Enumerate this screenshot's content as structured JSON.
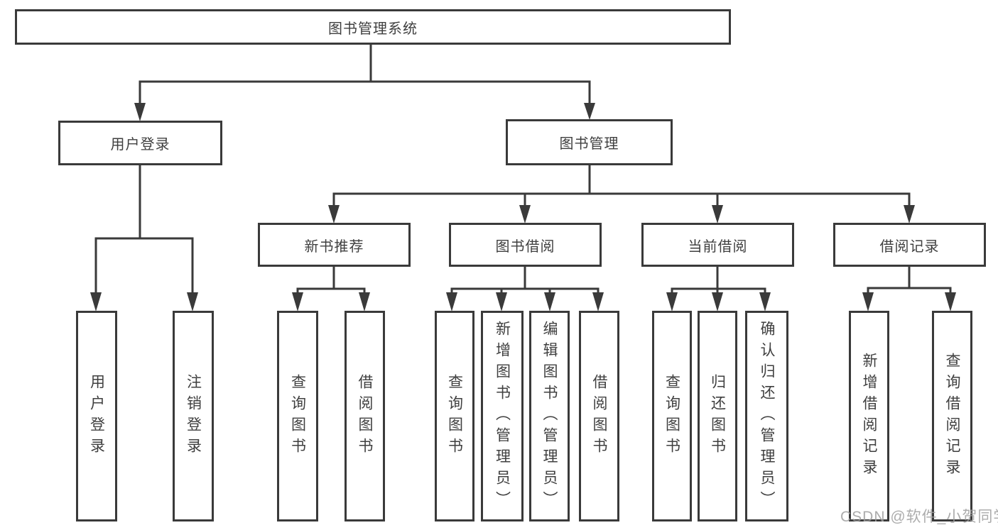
{
  "nodes": {
    "root": {
      "label": "图书管理系统"
    },
    "user_login": {
      "label": "用户登录"
    },
    "book_mgmt": {
      "label": "图书管理"
    },
    "new_book": {
      "label": "新书推荐"
    },
    "book_borrow": {
      "label": "图书借阅"
    },
    "current_borrow": {
      "label": "当前借阅"
    },
    "borrow_record": {
      "label": "借阅记录"
    },
    "ul_login": {
      "label": "用户登录"
    },
    "ul_logout": {
      "label": "注销登录"
    },
    "nb_query": {
      "label": "查询图书"
    },
    "nb_borrow": {
      "label": "借阅图书"
    },
    "bb_query": {
      "label": "查询图书"
    },
    "bb_add": {
      "label": "新增图书（管理员）"
    },
    "bb_edit": {
      "label": "编辑图书（管理员）"
    },
    "bb_borrow": {
      "label": "借阅图书"
    },
    "cb_query": {
      "label": "查询图书"
    },
    "cb_return": {
      "label": "归还图书"
    },
    "cb_confirm": {
      "label": "确认归还（管理员）"
    },
    "br_add": {
      "label": "新增借阅记录"
    },
    "br_query": {
      "label": "查询借阅记录"
    }
  },
  "watermark": {
    "text": "CSDN @软件_小贺同学"
  },
  "colors": {
    "line": "#3a3a3a",
    "text": "#3f3f3f",
    "watermark": "#9e9e9e",
    "background": "#ffffff"
  }
}
